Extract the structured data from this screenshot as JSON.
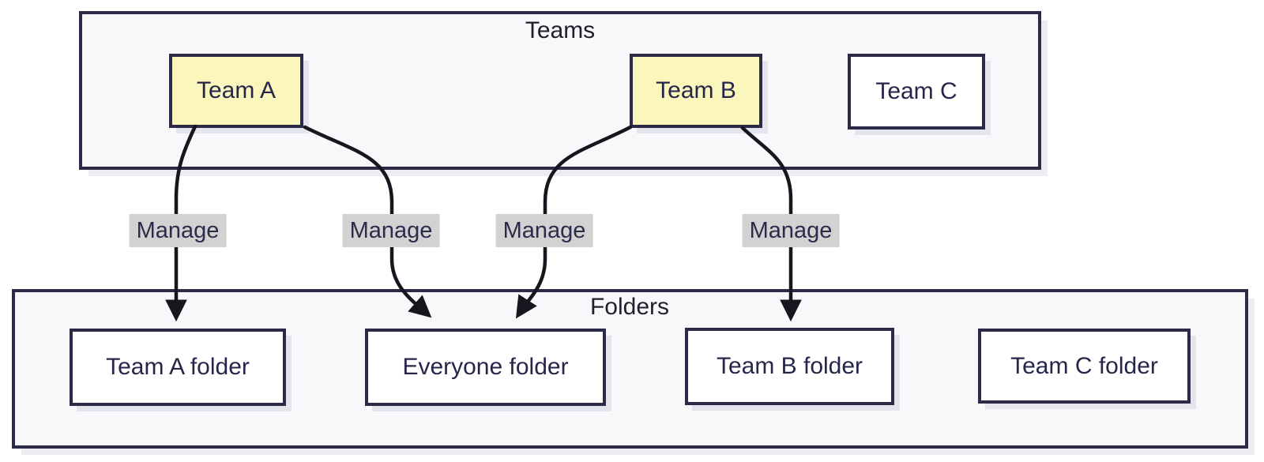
{
  "diagram": {
    "type": "flowchart",
    "direction": "top-down",
    "groups": [
      {
        "id": "teams",
        "label": "Teams",
        "nodes": [
          {
            "id": "team-a",
            "label": "Team A",
            "fill": "#fbf6bb",
            "highlighted": true
          },
          {
            "id": "team-b",
            "label": "Team B",
            "fill": "#fbf6bb",
            "highlighted": true
          },
          {
            "id": "team-c",
            "label": "Team C",
            "fill": "#ffffff",
            "highlighted": false
          }
        ]
      },
      {
        "id": "folders",
        "label": "Folders",
        "nodes": [
          {
            "id": "team-a-folder",
            "label": "Team A folder",
            "fill": "#ffffff"
          },
          {
            "id": "everyone-folder",
            "label": "Everyone folder",
            "fill": "#ffffff"
          },
          {
            "id": "team-b-folder",
            "label": "Team B folder",
            "fill": "#ffffff"
          },
          {
            "id": "team-c-folder",
            "label": "Team C folder",
            "fill": "#ffffff"
          }
        ]
      }
    ],
    "edges": [
      {
        "from": "Team A",
        "to": "Team A folder",
        "label": "Manage"
      },
      {
        "from": "Team A",
        "to": "Everyone folder",
        "label": "Manage"
      },
      {
        "from": "Team B",
        "to": "Everyone folder",
        "label": "Manage"
      },
      {
        "from": "Team B",
        "to": "Team B folder",
        "label": "Manage"
      }
    ],
    "colors": {
      "cluster_fill": "#f8f8fb",
      "cluster_border": "#2b2b48",
      "node_highlight_fill": "#fbf6bb",
      "node_fill": "#ffffff",
      "node_border": "#2b2b48",
      "text": "#26264b",
      "edge_stroke": "#16161f",
      "edge_label_bg": "#d2d2d2",
      "shadow": "#ececf2"
    }
  }
}
